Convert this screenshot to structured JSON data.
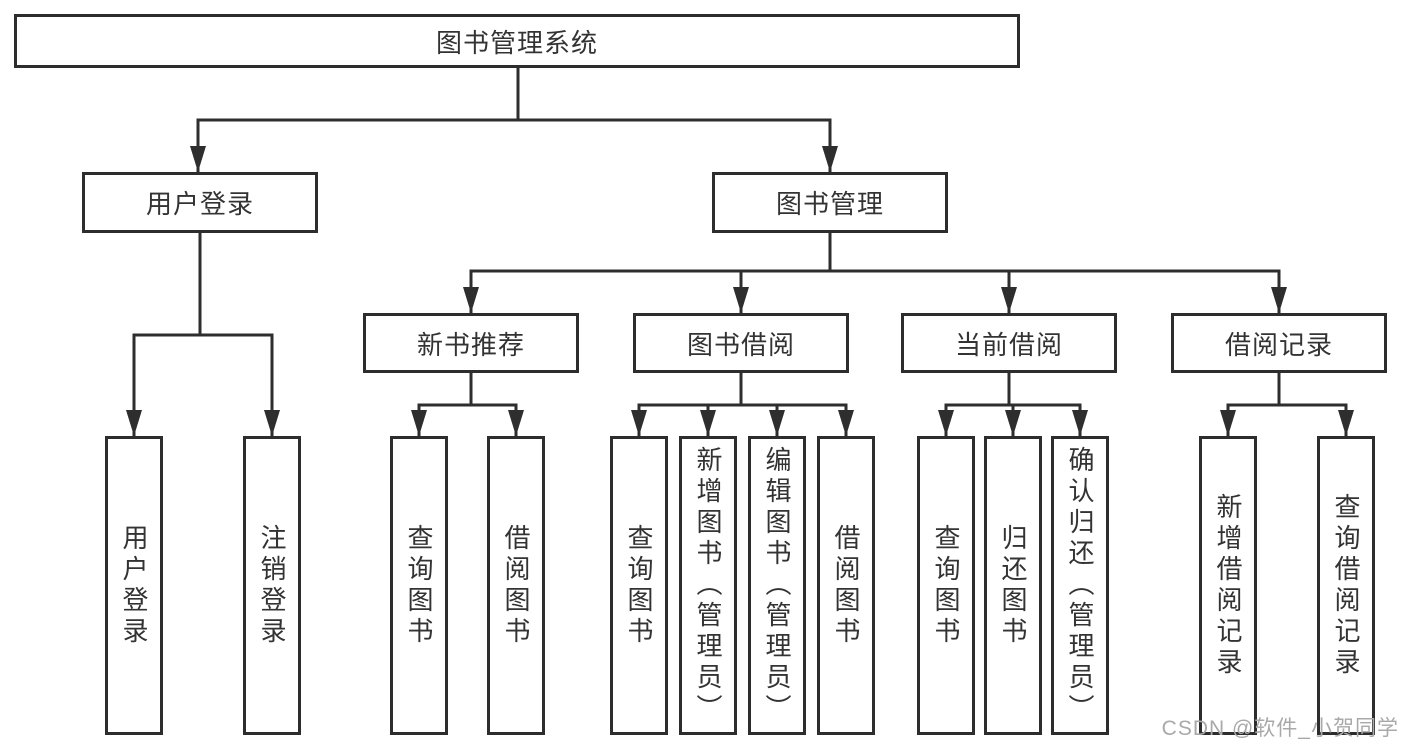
{
  "diagram_type": "tree-diagram",
  "watermark": "CSDN @软件_小贺同学",
  "colors": {
    "line": "#2e2e2e",
    "border": "#2d2d2d",
    "text": "#333333",
    "bg": "#ffffff",
    "watermark": "#a9a9a9"
  },
  "tree": {
    "label": "图书管理系统",
    "children": [
      {
        "label": "用户登录",
        "children": [
          {
            "label": "用户登录"
          },
          {
            "label": "注销登录"
          }
        ]
      },
      {
        "label": "图书管理",
        "children": [
          {
            "label": "新书推荐",
            "children": [
              {
                "label": "查询图书"
              },
              {
                "label": "借阅图书"
              }
            ]
          },
          {
            "label": "图书借阅",
            "children": [
              {
                "label": "查询图书"
              },
              {
                "label": "新增图书（管理员）"
              },
              {
                "label": "编辑图书（管理员）"
              },
              {
                "label": "借阅图书"
              }
            ]
          },
          {
            "label": "当前借阅",
            "children": [
              {
                "label": "查询图书"
              },
              {
                "label": "归还图书"
              },
              {
                "label": "确认归还（管理员）"
              }
            ]
          },
          {
            "label": "借阅记录",
            "children": [
              {
                "label": "新增借阅记录"
              },
              {
                "label": "查询借阅记录"
              }
            ]
          }
        ]
      }
    ]
  }
}
